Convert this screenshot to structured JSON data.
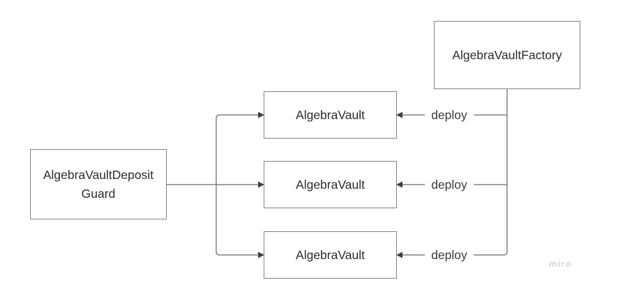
{
  "diagram": {
    "nodes": {
      "factory": {
        "label": "AlgebraVaultFactory"
      },
      "vault1": {
        "label": "AlgebraVault"
      },
      "vault2": {
        "label": "AlgebraVault"
      },
      "vault3": {
        "label": "AlgebraVault"
      },
      "guard": {
        "label_line1": "AlgebraVaultDeposit",
        "label_line2": "Guard"
      }
    },
    "edges": {
      "deploy1": {
        "label": "deploy"
      },
      "deploy2": {
        "label": "deploy"
      },
      "deploy3": {
        "label": "deploy"
      }
    },
    "colors": {
      "background": "#ffffff",
      "node_fill": "#ffffff",
      "node_border": "#828282",
      "connector_line": "#808080",
      "arrowhead": "#3f3f3f",
      "label_text": "#2b2b2b",
      "watermark_text": "#d3d3e0"
    },
    "watermark": "miro"
  }
}
